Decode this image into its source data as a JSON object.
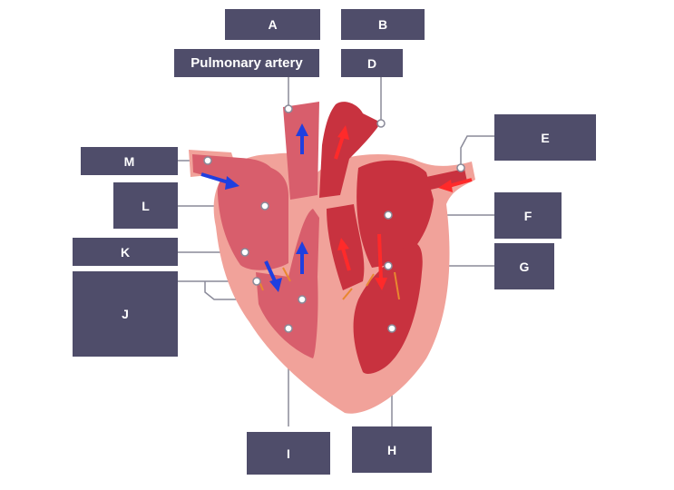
{
  "diagram": {
    "labels": {
      "A": "A",
      "B": "B",
      "D": "D",
      "E": "E",
      "F": "F",
      "G": "G",
      "H": "H",
      "I": "I",
      "J": "J",
      "K": "K",
      "L": "L",
      "M": "M",
      "pulmonary": "Pulmonary artery"
    },
    "colors": {
      "label_bg": "#4f4d6a",
      "outer_tissue": "#f1a29a",
      "right_side": "#d85e6c",
      "left_side": "#c8323f",
      "deoxygenated_arrow": "#1f3fe0",
      "oxygenated_arrow": "#ff2a2a",
      "valve": "#e8872f",
      "leader_line": "#8a8a99"
    }
  }
}
